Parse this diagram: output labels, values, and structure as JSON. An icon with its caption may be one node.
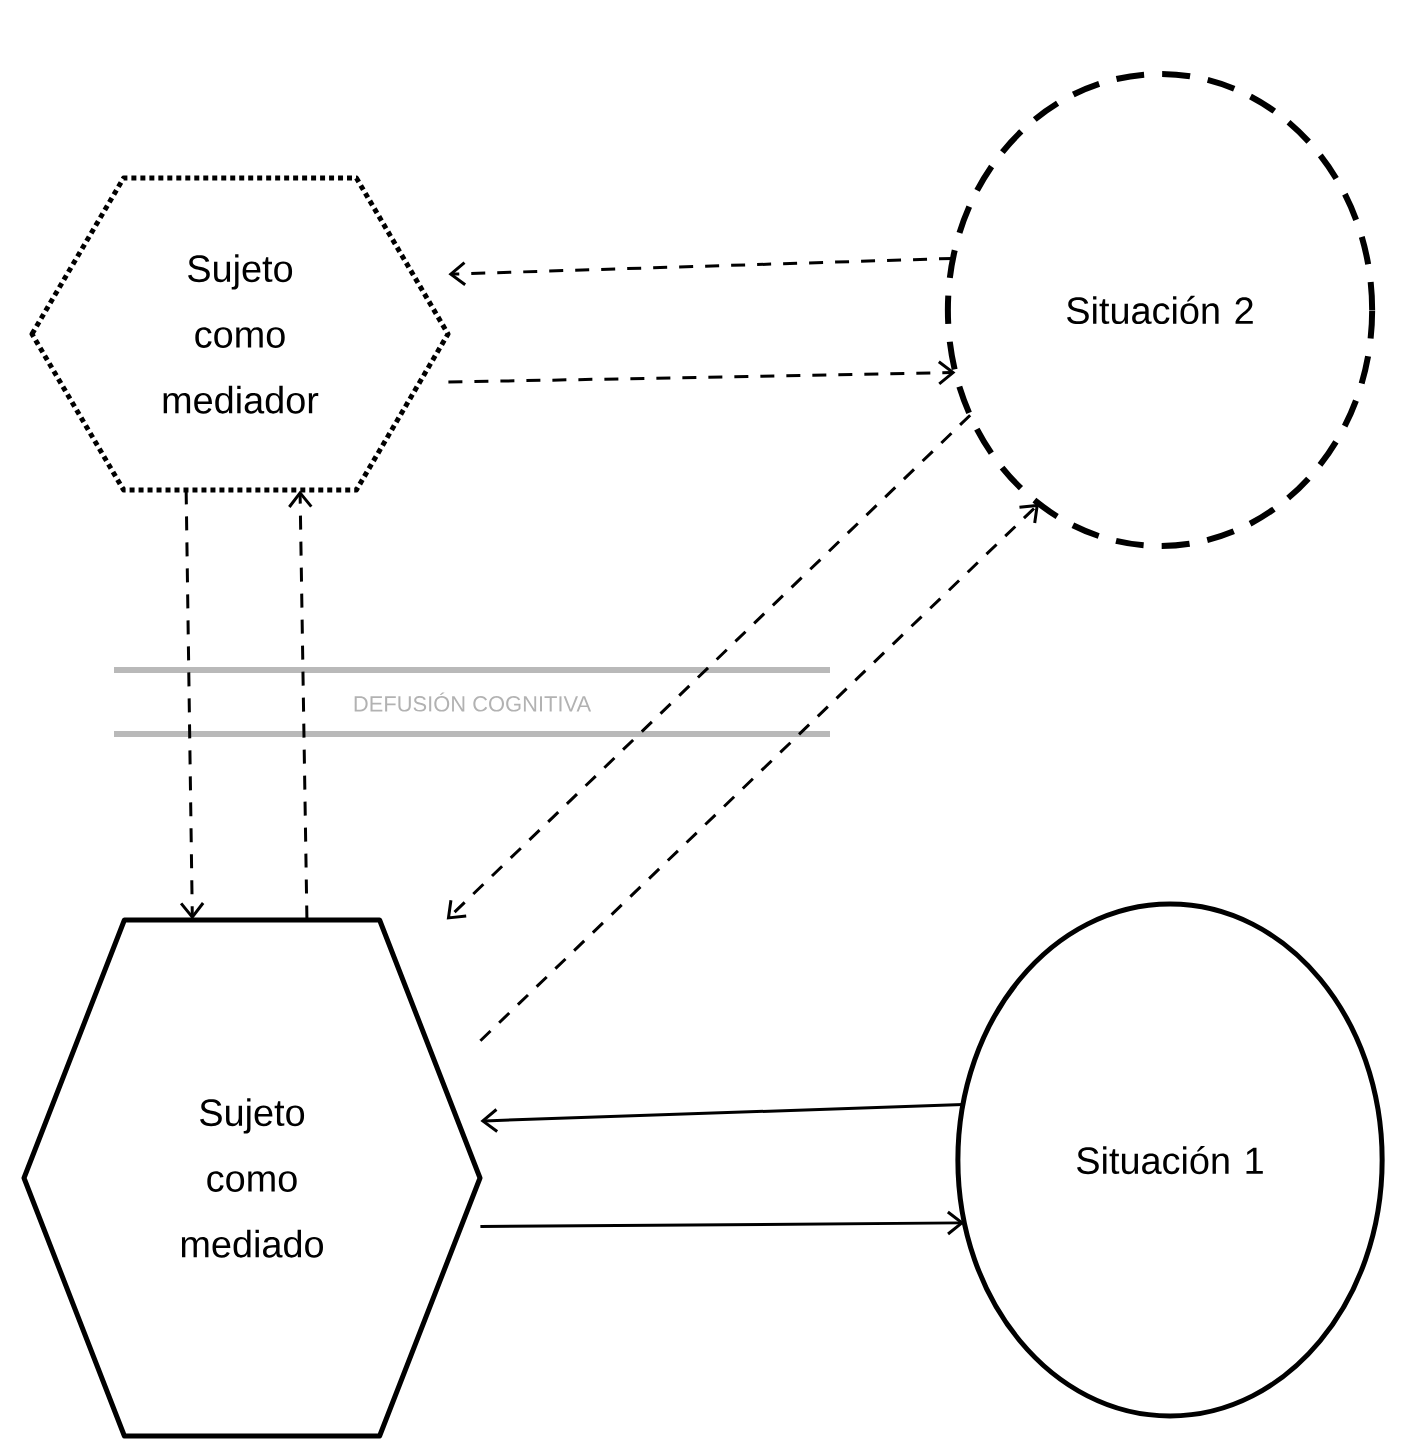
{
  "diagram": {
    "nodes": [
      {
        "text": [
          "Sujeto como mediador"
        ]
      },
      {
        "text": [
          "Situación 2"
        ]
      },
      {
        "text": [
          "Sujeto como mediado"
        ]
      },
      {
        "text": [
          "Situación 1"
        ]
      }
    ],
    "edges": [
      {
        "from": 1,
        "to": 0,
        "arrow": "to",
        "style": "dashed"
      },
      {
        "from": 0,
        "to": 1,
        "arrow": "to",
        "style": "dashed"
      },
      {
        "from": 0,
        "to": 2,
        "arrow": "to",
        "style": "dashed"
      },
      {
        "from": 2,
        "to": 0,
        "arrow": "to",
        "style": "dashed"
      },
      {
        "from": 1,
        "to": 2,
        "arrow": "to",
        "style": "dashed"
      },
      {
        "from": 2,
        "to": 1,
        "arrow": "to",
        "style": "dashed"
      },
      {
        "from": 3,
        "to": 2,
        "arrow": "to"
      },
      {
        "from": 2,
        "to": 3,
        "arrow": "to"
      }
    ],
    "labels": [
      "DEFUSIÓN COGNITIVA"
    ]
  }
}
